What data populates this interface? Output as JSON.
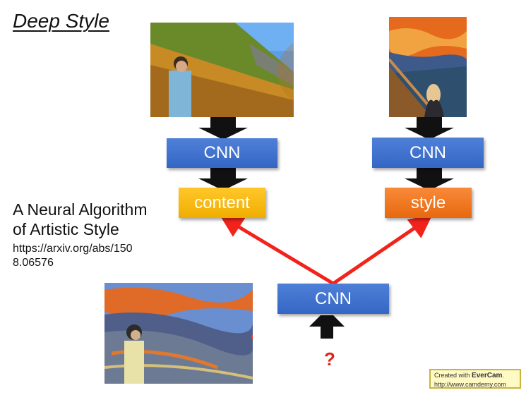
{
  "slide": {
    "title": "Deep Style",
    "paper_title_line1": "A Neural Algorithm",
    "paper_title_line2": "of Artistic Style",
    "paper_url_line1": "https://arxiv.org/abs/150",
    "paper_url_line2": "8.06576"
  },
  "diagram": {
    "cnn_label": "CNN",
    "content_label": "content",
    "style_label": "style",
    "question_mark": "?"
  },
  "watermark": {
    "created_prefix": "Created with ",
    "brand": "EverCam",
    "brand_suffix": ".",
    "url": "http://www.camdemy.com"
  },
  "colors": {
    "cnn_box": "#3f72cf",
    "content_box": "#f5b800",
    "style_box": "#f07a25",
    "arrow_red": "#f2231b",
    "arrow_black": "#111111"
  }
}
